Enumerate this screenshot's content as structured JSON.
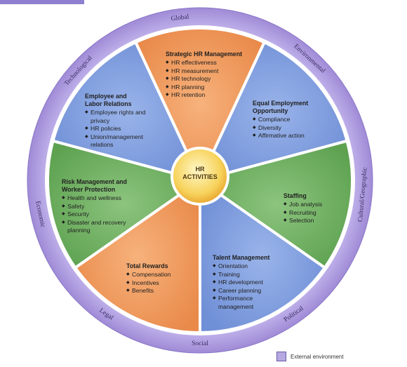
{
  "center": {
    "line1": "HR",
    "line2": "ACTIVITIES"
  },
  "external_labels": [
    "Global",
    "Environmental",
    "Cultural/Geographic",
    "Political",
    "Social",
    "Legal",
    "Economic",
    "Technological"
  ],
  "sectors": [
    {
      "id": "strategic",
      "title_lines": [
        "Strategic HR Management"
      ],
      "items": [
        "HR effectiveness",
        "HR measurement",
        "HR technology",
        "HR planning",
        "HR retention"
      ]
    },
    {
      "id": "eeo",
      "title_lines": [
        "Equal Employment",
        "Opportunity"
      ],
      "items": [
        "Compliance",
        "Diversity",
        "Affirmative action"
      ]
    },
    {
      "id": "staffing",
      "title_lines": [
        "Staffing"
      ],
      "items": [
        "Job analysis",
        "Recruiting",
        "Selection"
      ]
    },
    {
      "id": "talent",
      "title_lines": [
        "Talent Management"
      ],
      "items": [
        "Orientation",
        "Training",
        "HR development",
        "Career planning",
        "Performance management"
      ]
    },
    {
      "id": "rewards",
      "title_lines": [
        "Total Rewards"
      ],
      "items": [
        "Compensation",
        "Incentives",
        "Benefits"
      ]
    },
    {
      "id": "risk",
      "title_lines": [
        "Risk Management and",
        "Worker Protection"
      ],
      "items": [
        "Health and wellness",
        "Safety",
        "Security",
        "Disaster and recovery planning"
      ]
    },
    {
      "id": "relations",
      "title_lines": [
        "Employee and",
        "Labor Relations"
      ],
      "items": [
        "Employee rights and privacy",
        "HR policies",
        "Union/management relations"
      ]
    }
  ],
  "legend": {
    "label": "External environment"
  },
  "colors": {
    "orange": "#ef9a5d",
    "blue": "#7f9ee0",
    "green": "#6fb062",
    "ring": "#a996dc",
    "center": "#f6c84a"
  }
}
